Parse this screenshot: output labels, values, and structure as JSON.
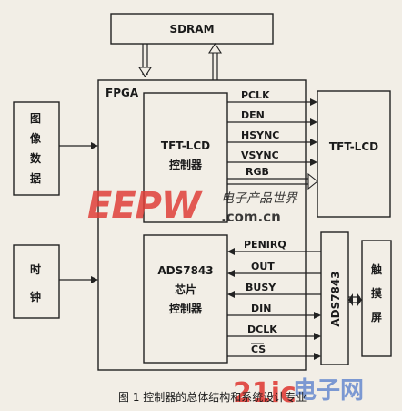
{
  "blocks": {
    "sdram": "SDRAM",
    "fpga": "FPGA",
    "image_data": [
      "图",
      "像",
      "数",
      "据"
    ],
    "clock": [
      "时",
      "钟"
    ],
    "tft_controller": [
      "TFT-LCD",
      "控制器"
    ],
    "ads_controller": [
      "ADS7843",
      "芯片",
      "控制器"
    ],
    "tft_lcd": "TFT-LCD",
    "ads7843_chip": "ADS7843",
    "touch_screen": [
      "触",
      "摸",
      "屏"
    ]
  },
  "signals_tft": [
    "PCLK",
    "DEN",
    "HSYNC",
    "VSYNC",
    "RGB"
  ],
  "signals_ads": [
    "PENIRQ",
    "OUT",
    "BUSY",
    "DIN",
    "DCLK",
    "CS"
  ],
  "caption": "图 1  控制器的总体结构和系统设计专业",
  "watermarks": {
    "eepw": "EEPW",
    "eepw_cn": "电子产品世界",
    "eepw_url": ".com.cn",
    "site_21ic": "21ic",
    "site_cn": "电子网"
  },
  "colors": {
    "line": "#222222",
    "background": "#f2eee6",
    "watermark_red": "#e0403a",
    "watermark_blue": "#6f8fd0"
  }
}
